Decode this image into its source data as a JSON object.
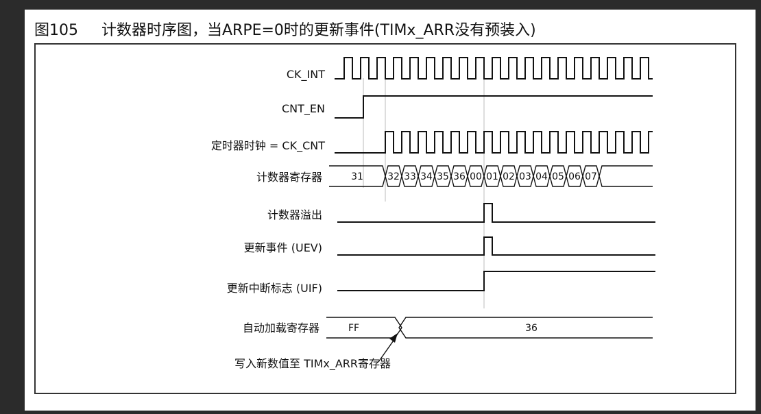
{
  "top_strip": {
    "text": ""
  },
  "figure": {
    "number": "图105",
    "caption": "计数器时序图，当ARPE=0时的更新事件(TIMx_ARR没有预装入)"
  },
  "signals": {
    "ck_int": "CK_INT",
    "cnt_en": "CNT_EN",
    "ck_cnt": "定时器时钟 = CK_CNT",
    "counter_register": "计数器寄存器",
    "counter_overflow": "计数器溢出",
    "update_event": "更新事件 (UEV)",
    "update_interrupt_flag": "更新中断标志 (UIF)",
    "auto_reload_register": "自动加载寄存器"
  },
  "counter_values": [
    "31",
    "32",
    "33",
    "34",
    "35",
    "36",
    "00",
    "01",
    "02",
    "03",
    "04",
    "05",
    "06",
    "07"
  ],
  "auto_reload_values": [
    "FF",
    "36"
  ],
  "annotation": "写入新数值至 TIMx_ARR寄存器",
  "colors": {
    "background": "#2b2b2b",
    "page": "#ffffff",
    "line": "#111111",
    "guide": "#bbbbbb"
  }
}
